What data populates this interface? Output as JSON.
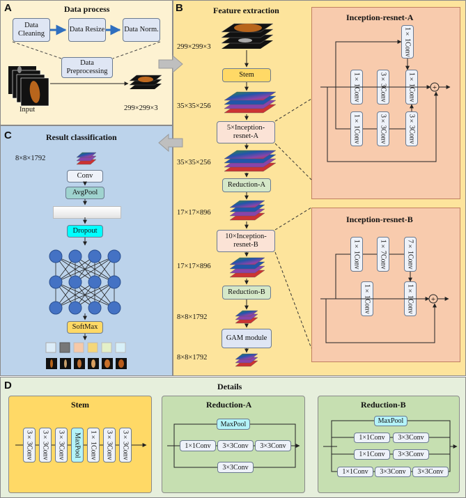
{
  "panel_a": {
    "letter": "A",
    "title": "Data process",
    "steps": [
      "Data Cleaning",
      "Data Resize",
      "Data Norm."
    ],
    "preprocessing": "Data Preprocessing",
    "input_label": "Input",
    "output_size": "299×299×3"
  },
  "panel_b": {
    "letter": "B",
    "title": "Feature extraction",
    "stages": [
      "Stem",
      "5×Inception-resnet-A",
      "Reduction-A",
      "10×Inception-resnet-B",
      "Reduction-B",
      "GAM module"
    ],
    "sizes": [
      "299×299×3",
      "35×35×256",
      "35×35×256",
      "17×17×896",
      "17×17×896",
      "8×8×1792",
      "8×8×1792"
    ]
  },
  "inception_a": {
    "title": "Inception-resnet-A",
    "convs": [
      "1×1Conv",
      "1×1Conv",
      "3×3Conv",
      "1×1Conv",
      "1×1Conv",
      "3×3Conv",
      "3×3Conv"
    ],
    "add_symbol": "+"
  },
  "inception_b": {
    "title": "Inception-resnet-B",
    "convs": [
      "1×1Conv",
      "1×7Conv",
      "7×1Conv",
      "1×1Conv",
      "1×1Conv"
    ],
    "add_symbol": "+"
  },
  "panel_c": {
    "letter": "C",
    "title": "Result classification",
    "size": "8×8×1792",
    "layers": [
      "Conv",
      "AvgPool",
      "Dropout",
      "SoftMax"
    ]
  },
  "panel_d": {
    "letter": "D",
    "title": "Details",
    "stem": {
      "title": "Stem",
      "convs": [
        "3×3Conv",
        "3×3Conv",
        "3×3Conv",
        "MaxPool",
        "1×1Conv",
        "3×3Conv",
        "3×3Conv"
      ]
    },
    "reduction_a": {
      "title": "Reduction-A",
      "maxpool": "MaxPool",
      "row": [
        "1×1Conv",
        "3×3Conv",
        "3×3Conv"
      ],
      "bottom": "3×3Conv"
    },
    "reduction_b": {
      "title": "Reduction-B",
      "maxpool": "MaxPool",
      "row1": [
        "1×1Conv",
        "3×3Conv"
      ],
      "row2": [
        "1×1Conv",
        "3×3Conv"
      ],
      "row3": [
        "1×1Conv",
        "3×3Conv",
        "3×3Conv"
      ]
    }
  },
  "colors": {
    "panel_a_bg": "#fdf2d2",
    "panel_b_bg": "#fde49c",
    "panel_c_bg": "#bcd3eb",
    "panel_d_bg": "#e6efdc",
    "inception_bg": "#f8cbad",
    "stem_bg": "#ffd966",
    "reduction_bg": "#c6dfb1",
    "stage_box": "#fbe3d6",
    "reduction_box": "#d5e8c8",
    "maxpool": "#b4f3f8",
    "neuron": "#4472c4"
  }
}
